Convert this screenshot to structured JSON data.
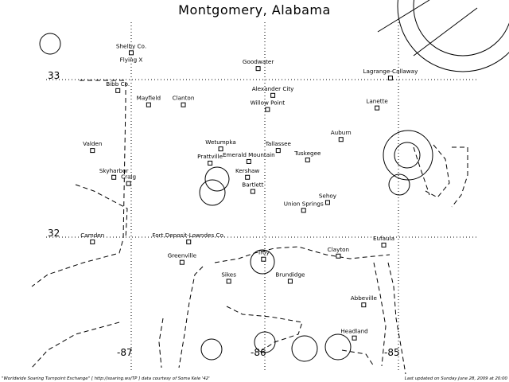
{
  "title": "Montgomery, Alabama",
  "gridlines": {
    "latitudes": [
      {
        "label": "33",
        "value": 33
      },
      {
        "label": "32",
        "value": 32
      }
    ],
    "longitudes": [
      {
        "label": "-87",
        "value": -87
      },
      {
        "label": "-86",
        "value": -86
      },
      {
        "label": "-85",
        "value": -85
      }
    ]
  },
  "airports": [
    {
      "name": "Shelby Co.",
      "lon": -87.0,
      "lat": 33.17
    },
    {
      "name": "Flying X",
      "lon": -87.0,
      "lat": 33.17
    },
    {
      "name": "Goodwater",
      "lon": -86.05,
      "lat": 33.07
    },
    {
      "name": "Lagrange-Callaway",
      "lon": -85.06,
      "lat": 33.01
    },
    {
      "name": "Bibb Co.",
      "lon": -87.1,
      "lat": 32.93
    },
    {
      "name": "Mayfield",
      "lon": -86.87,
      "lat": 32.84
    },
    {
      "name": "Clanton",
      "lon": -86.61,
      "lat": 32.84
    },
    {
      "name": "Alexander City",
      "lon": -85.94,
      "lat": 32.9
    },
    {
      "name": "Lanette",
      "lon": -85.16,
      "lat": 32.82
    },
    {
      "name": "Willow Point",
      "lon": -85.98,
      "lat": 32.81
    },
    {
      "name": "Auburn",
      "lon": -85.43,
      "lat": 32.62
    },
    {
      "name": "Valden",
      "lon": -87.29,
      "lat": 32.55
    },
    {
      "name": "Wetumpka",
      "lon": -86.33,
      "lat": 32.56
    },
    {
      "name": "Tallassee",
      "lon": -85.9,
      "lat": 32.55
    },
    {
      "name": "Tuskegee",
      "lon": -85.68,
      "lat": 32.49
    },
    {
      "name": "Prattville",
      "lon": -86.41,
      "lat": 32.47
    },
    {
      "name": "Emerald Mountain",
      "lon": -86.12,
      "lat": 32.48
    },
    {
      "name": "Skyharbor",
      "lon": -87.13,
      "lat": 32.38
    },
    {
      "name": "Kershaw",
      "lon": -86.13,
      "lat": 32.38
    },
    {
      "name": "Craig",
      "lon": -87.02,
      "lat": 32.34
    },
    {
      "name": "Bartlett",
      "lon": -86.09,
      "lat": 32.29
    },
    {
      "name": "Sehoy",
      "lon": -85.53,
      "lat": 32.22
    },
    {
      "name": "Union Springs",
      "lon": -85.71,
      "lat": 32.17
    },
    {
      "name": "Camden",
      "lon": -87.29,
      "lat": 31.97
    },
    {
      "name": "Fort Deposit-Lowndes Co.",
      "lon": -86.57,
      "lat": 31.97
    },
    {
      "name": "Eufaula",
      "lon": -85.11,
      "lat": 31.95
    },
    {
      "name": "Clayton",
      "lon": -85.45,
      "lat": 31.88
    },
    {
      "name": "Greenville",
      "lon": -86.62,
      "lat": 31.84
    },
    {
      "name": "Troy",
      "lon": -86.01,
      "lat": 31.86
    },
    {
      "name": "Sikes",
      "lon": -86.27,
      "lat": 31.72
    },
    {
      "name": "Brundidge",
      "lon": -85.81,
      "lat": 31.72
    },
    {
      "name": "Abbeville",
      "lon": -85.26,
      "lat": 31.57
    },
    {
      "name": "Headland",
      "lon": -85.33,
      "lat": 31.36
    }
  ],
  "footer": {
    "left": "\"Worldwide Soaring Turnpoint Exchange\"  [ http://soaring.ws/TP ]  data courtesy of Soma Kele '42'",
    "right": "Last updated on Sunday June 28, 2009 at 20:00"
  }
}
